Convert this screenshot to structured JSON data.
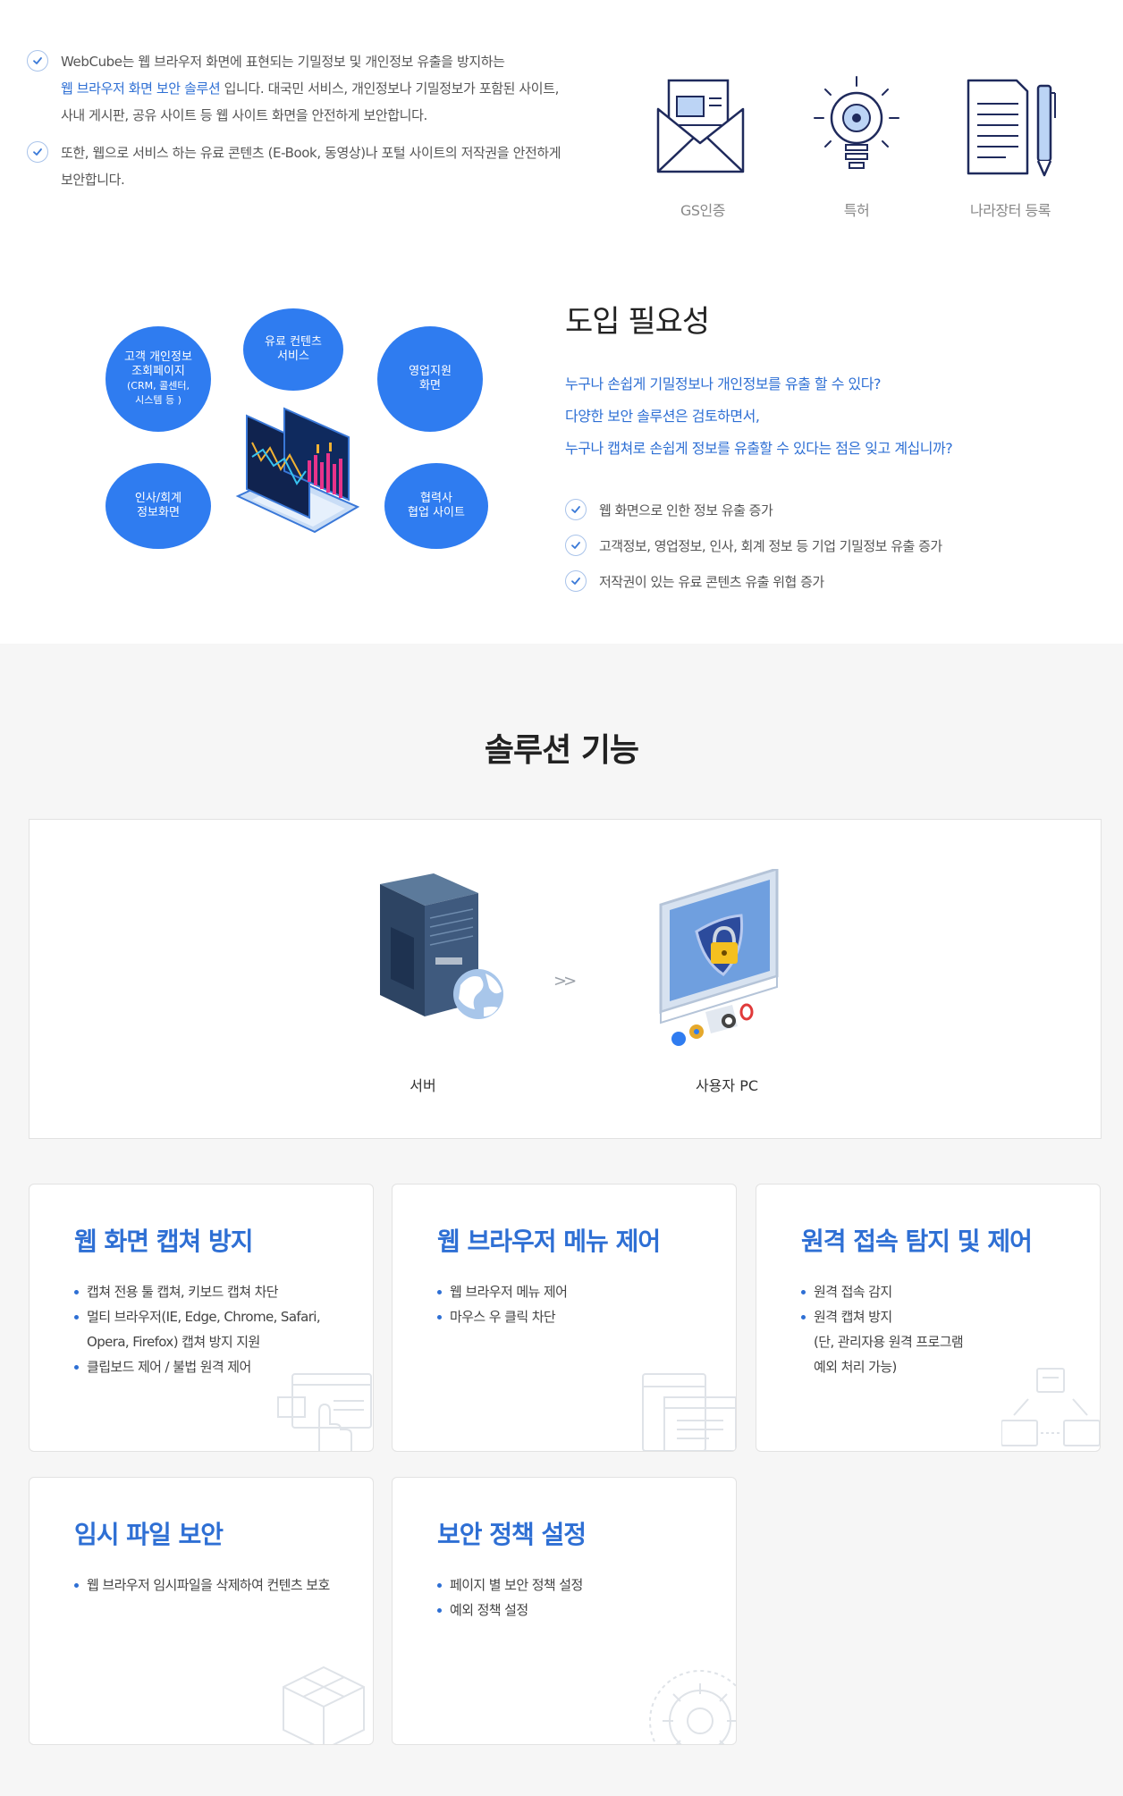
{
  "intro": {
    "items": [
      {
        "pre": "WebCube는 웹 브라우저 화면에 표현되는 기밀정보 및 개인정보 유출을 방지하는",
        "highlight": "웹 브라우저 화면 보안 솔루션",
        "post": " 입니다. 대국민 서비스, 개인정보나 기밀정보가 포함된 사이트, 사내 게시판, 공유 사이트 등 웹 사이트 화면을 안전하게 보안합니다."
      },
      {
        "pre": "또한, 웹으로 서비스 하는 유료 콘텐츠 (E-Book, 동영상)나 포털 사이트의 저작권을 안전하게 보안합니다.",
        "highlight": "",
        "post": ""
      }
    ],
    "certs": [
      {
        "label": "GS인증",
        "icon": "envelope-document-icon"
      },
      {
        "label": "특허",
        "icon": "lightbulb-icon"
      },
      {
        "label": "나라장터 등록",
        "icon": "document-pen-icon"
      }
    ]
  },
  "need": {
    "title": "도입 필요성",
    "bubbles": [
      {
        "l1": "고객 개인정보",
        "l2": "조회페이지",
        "l3": "(CRM, 콜센터,",
        "l4": "시스템 등 )"
      },
      {
        "l1": "유료 컨텐츠",
        "l2": "서비스"
      },
      {
        "l1": "영업지원",
        "l2": "화면"
      },
      {
        "l1": "인사/회계",
        "l2": "정보화면"
      },
      {
        "l1": "협력사",
        "l2": "협업 사이트"
      }
    ],
    "lines": [
      "누구나 손쉽게 기밀정보나 개인정보를 유출 할 수 있다?",
      "다양한 보안 솔루션은 검토하면서,",
      "누구나 캡쳐로 손쉽게 정보를 유출할 수 있다는 점은 잊고 계십니까?"
    ],
    "checks": [
      "웹 화면으로 인한 정보 유출 증가",
      "고객정보, 영업정보, 인사, 회계 정보 등 기업 기밀정보 유출 증가",
      "저작권이 있는 유료 콘텐츠 유출 위협 증가"
    ]
  },
  "solution": {
    "title": "솔루션 기능",
    "server_label": "서버",
    "arrow": ">>",
    "pc_label": "사용자 PC",
    "cards": [
      {
        "title": "웹 화면 캡쳐 방지",
        "items": [
          "캡쳐 전용 툴 캡쳐, 키보드 캡쳐 차단",
          "멀티 브라우저(IE, Edge, Chrome, Safari, Opera, Firefox) 캡쳐 방지 지원",
          "클립보드 제어 / 불법 원격 제어"
        ]
      },
      {
        "title": "웹 브라우저 메뉴 제어",
        "items": [
          "웹 브라우저 메뉴 제어",
          "마우스 우 클릭 차단"
        ]
      },
      {
        "title": "원격 접속 탐지 및 제어",
        "items": [
          "원격 접속 감지",
          "원격 캡쳐 방지"
        ],
        "sub": [
          "(단, 관리자용 원격 프로그램",
          "예외 처리 가능)"
        ]
      },
      {
        "title": "임시 파일 보안",
        "items": [
          "웹 브라우저 임시파일을 삭제하여 컨텐츠 보호"
        ]
      },
      {
        "title": "보안 정책 설정",
        "items": [
          "페이지 별 보안 정책 설정",
          "예외 정책 설정"
        ]
      }
    ]
  },
  "colors": {
    "accent": "#2e6fd4",
    "bubble": "#2f7cf0",
    "section_bg": "#f6f6f6"
  }
}
